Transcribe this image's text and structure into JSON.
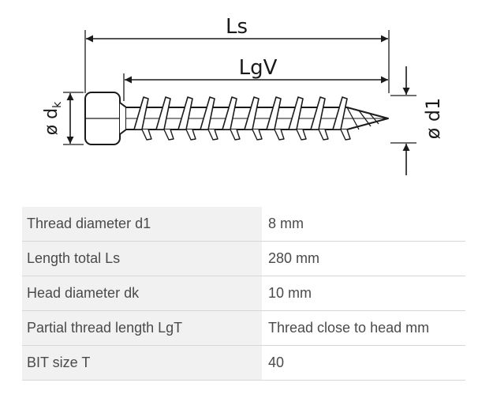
{
  "diagram": {
    "labels": {
      "ls": "Ls",
      "lgv": "LgV",
      "dk_prefix": "ø d",
      "dk_sub": "k",
      "d1": "ø d1"
    }
  },
  "specs": [
    {
      "label": "Thread diameter d1",
      "value": "8 mm"
    },
    {
      "label": "Length total Ls",
      "value": "280 mm"
    },
    {
      "label": "Head diameter dk",
      "value": "10 mm"
    },
    {
      "label": "Partial thread length LgT",
      "value": "Thread close to head mm"
    },
    {
      "label": "BIT size T",
      "value": "40"
    }
  ]
}
